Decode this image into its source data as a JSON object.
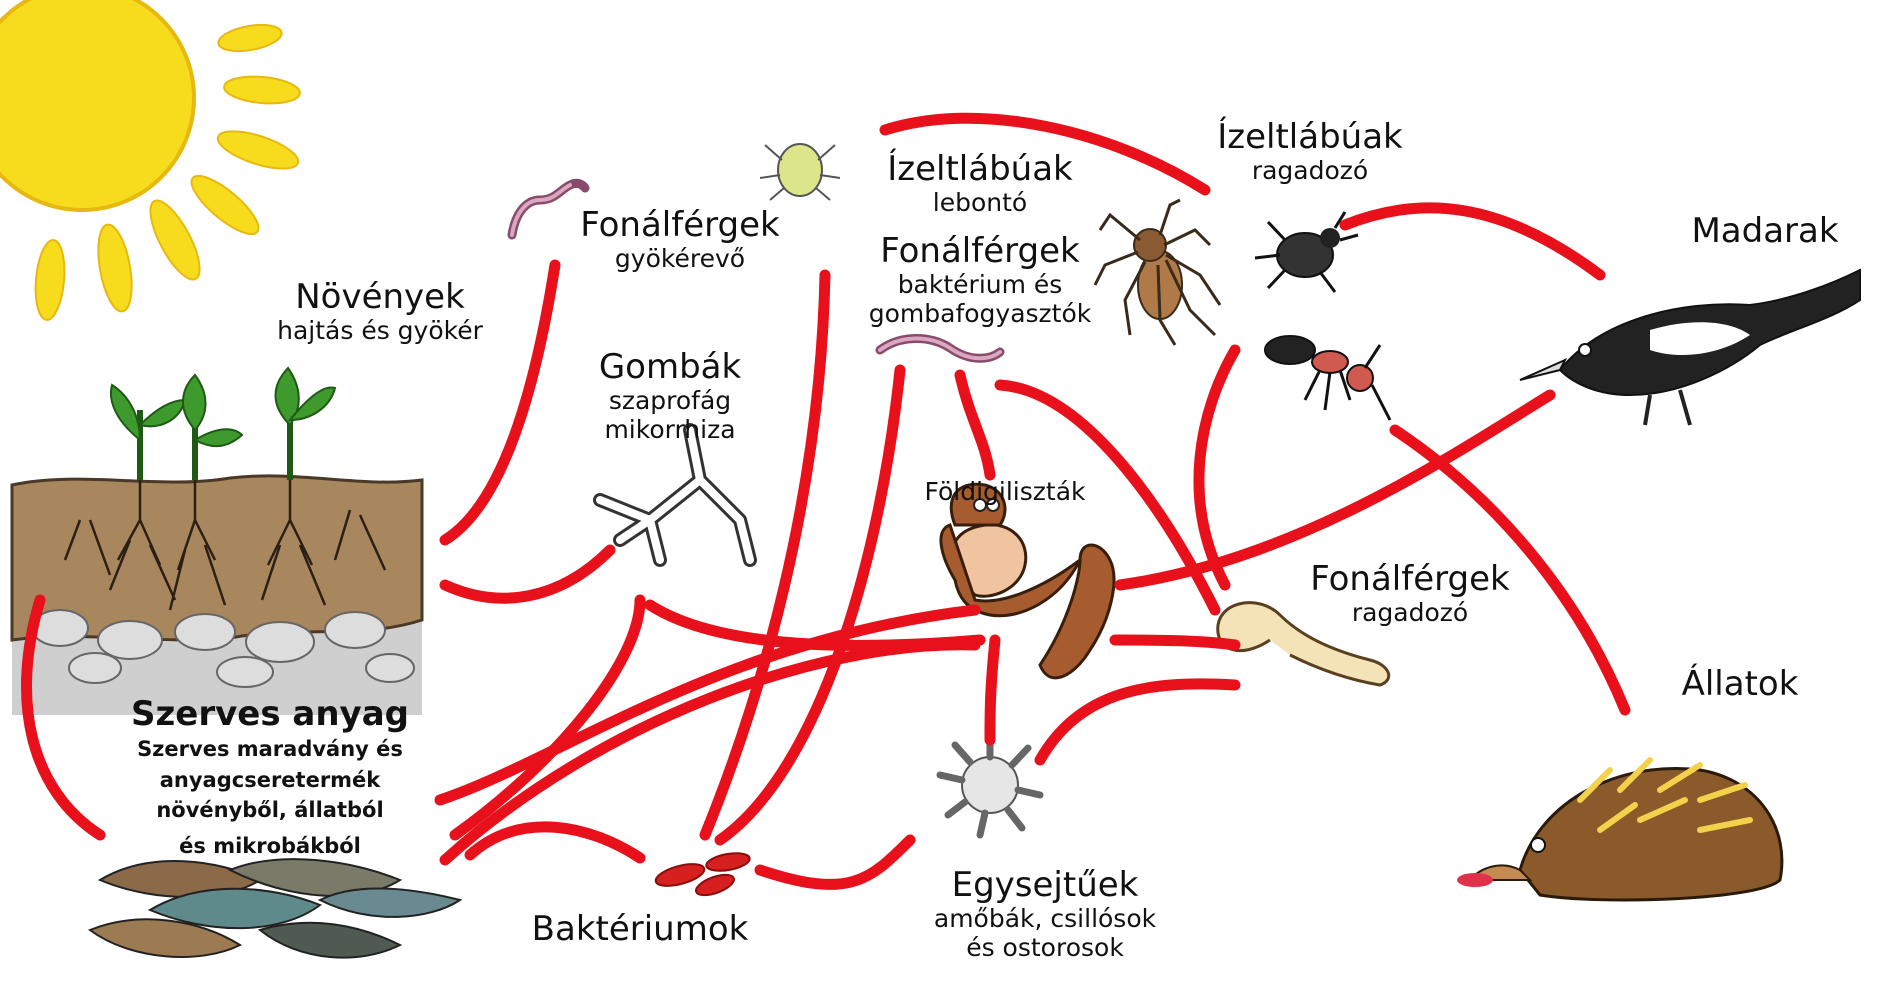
{
  "nodes": {
    "plants": {
      "title": "Növények",
      "sub": "hajtás és gyökér"
    },
    "organic": {
      "title": "Szerves anyag",
      "sub": [
        "Szerves maradvány és",
        "anyagcseretermék",
        "növényből, állatból",
        "és mikrobákból"
      ]
    },
    "nem_root": {
      "title": "Fonálférgek",
      "sub": "gyökérevő"
    },
    "fungi": {
      "title": "Gombák",
      "sub": [
        "szaprofág",
        "mikorrhiza"
      ]
    },
    "arth_dec": {
      "title": "Ízeltlábúak",
      "sub": "lebontó"
    },
    "nem_bf": {
      "title": "Fonálférgek",
      "sub": [
        "baktérium és",
        "gombafogyasztók"
      ]
    },
    "arth_pred": {
      "title": "Ízeltlábúak",
      "sub": "ragadozó"
    },
    "earthworms": {
      "title": "Földigiliszták"
    },
    "nem_pred": {
      "title": "Fonálférgek",
      "sub": "ragadozó"
    },
    "bacteria": {
      "title": "Baktériumok"
    },
    "protozoa": {
      "title": "Egysejtűek",
      "sub": [
        "amőbák, csillósok",
        "és ostorosok"
      ]
    },
    "birds": {
      "title": "Madarak"
    },
    "animals": {
      "title": "Állatok"
    }
  },
  "colors": {
    "arrow": "#e8111b",
    "sun": "#f7dc1e",
    "soil": "#a8865e",
    "soil_dark": "#6e5436",
    "subsoil": "#cfcfcf",
    "plant": "#3f9a2e",
    "worm": "#a75c2f"
  },
  "icons": [
    "sun-icon",
    "soil-icon",
    "plant-icon",
    "litter-icon",
    "nematode-icon",
    "fungus-hypha-icon",
    "mite-icon",
    "spider-icon",
    "ant-icon",
    "earthworm-icon",
    "bacteria-icon",
    "amoeba-icon",
    "magpie-icon",
    "echidna-icon"
  ]
}
